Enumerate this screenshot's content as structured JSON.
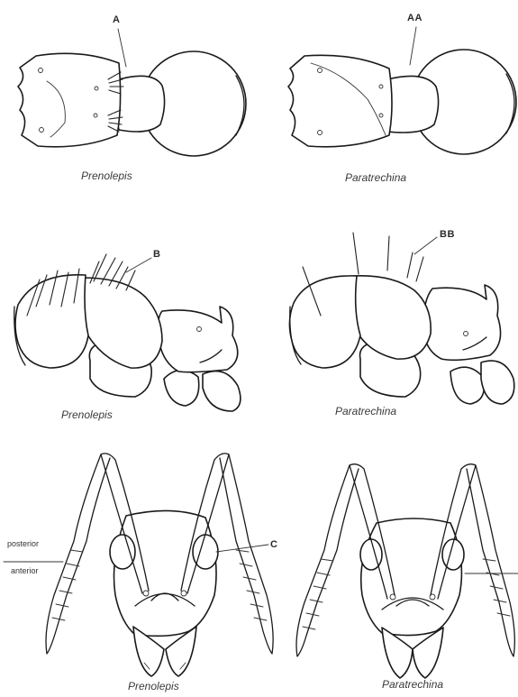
{
  "panels": {
    "top": {
      "left": {
        "caption": "Prenolepis",
        "pointer_label": "A"
      },
      "right": {
        "caption": "Paratrechina",
        "pointer_label": "AA"
      }
    },
    "middle": {
      "left": {
        "caption": "Prenolepis",
        "pointer_label": "B"
      },
      "right": {
        "caption": "Paratrechina",
        "pointer_label": "BB"
      }
    },
    "bottom": {
      "left": {
        "caption": "Prenolepis",
        "pointer_label": "C"
      },
      "right": {
        "caption": "Paratrechina"
      }
    }
  },
  "orientation": {
    "upper": "posterior",
    "lower": "anterior"
  }
}
